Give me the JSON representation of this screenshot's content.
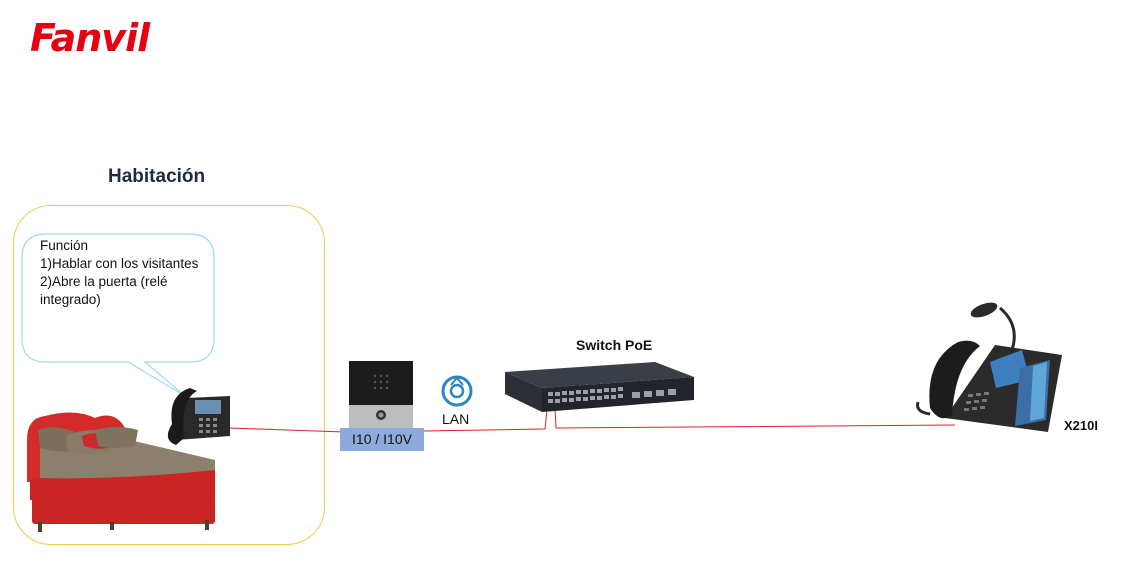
{
  "brand": {
    "logo_text": "Fanvil",
    "color": "#e60012"
  },
  "room": {
    "title": "Habitación",
    "border_color": "#f2c94c"
  },
  "bubble": {
    "lines": [
      "Función",
      "1)Hablar con los visitantes",
      "2)Abre la puerta (relé integrado)"
    ],
    "border_color": "#9fdcea"
  },
  "devices": {
    "intercom_label": "I10 / I10V",
    "intercom_label_bg": "#8ea9db",
    "lan_label": "LAN",
    "switch_label": "Switch PoE",
    "console_label": "X210I"
  },
  "links": {
    "color": "#e02020"
  },
  "icons": [
    "bed-icon",
    "desk-phone-icon",
    "intercom-icon",
    "lan-icon",
    "poe-switch-icon",
    "console-phone-icon"
  ]
}
